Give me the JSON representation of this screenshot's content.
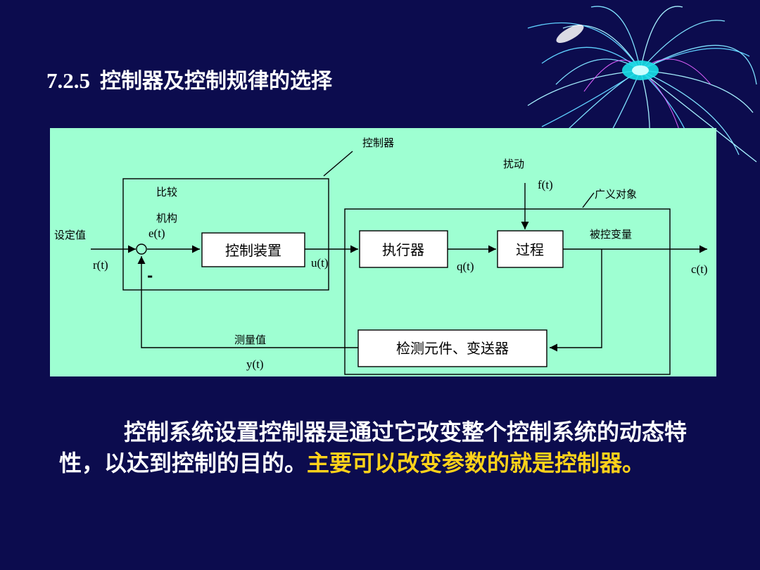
{
  "title": {
    "number": "7.2.5",
    "text": "控制器及控制规律的选择"
  },
  "diagram": {
    "controller_label": "控制器",
    "comparator_label_1": "比较",
    "comparator_label_2": "机构",
    "disturbance_label": "扰动",
    "disturbance_signal": "f(t)",
    "plant_label": "广义对象",
    "setpoint_label": "设定值",
    "setpoint_signal": "r(t)",
    "error_signal": "e(t)",
    "minus_sign": "-",
    "controller_device": "控制装置",
    "control_signal": "u(t)",
    "actuator": "执行器",
    "actuator_signal": "q(t)",
    "process": "过程",
    "controlled_variable_label": "被控变量",
    "output_signal": "c(t)",
    "sensor": "检测元件、变送器",
    "measured_label": "测量值",
    "measured_signal": "y(t)"
  },
  "body": {
    "sentence_1": "控制系统设置控制器是通过它改变整个控制系统的动态特性，以达到控制的目的。",
    "sentence_2": "主要可以改变参数的就是控制器。"
  },
  "colors": {
    "background": "#0c0c4e",
    "diagram_panel": "#9effd2",
    "highlight": "#ffd21a",
    "text": "#ffffff"
  }
}
